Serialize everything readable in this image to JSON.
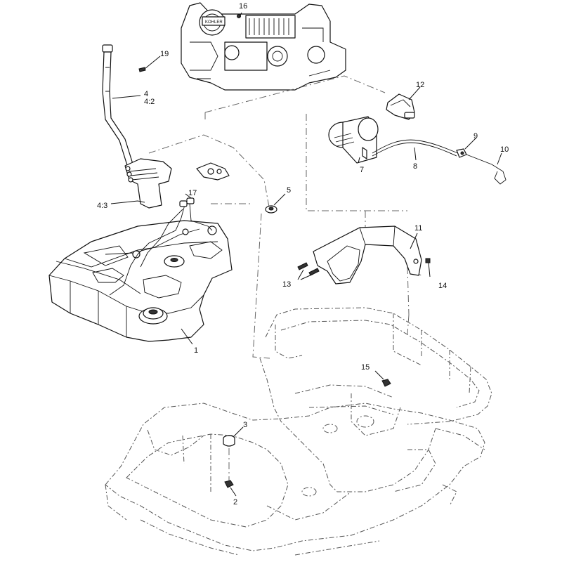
{
  "callouts": [
    {
      "id": "c1",
      "text": "1"
    },
    {
      "id": "c2",
      "text": "2"
    },
    {
      "id": "c3",
      "text": "3"
    },
    {
      "id": "c4",
      "text": "4"
    },
    {
      "id": "c4_2",
      "text": "4:2"
    },
    {
      "id": "c4_3",
      "text": "4:3"
    },
    {
      "id": "c5",
      "text": "5"
    },
    {
      "id": "c7",
      "text": "7"
    },
    {
      "id": "c8",
      "text": "8"
    },
    {
      "id": "c9",
      "text": "9"
    },
    {
      "id": "c10",
      "text": "10"
    },
    {
      "id": "c11",
      "text": "11"
    },
    {
      "id": "c12",
      "text": "12"
    },
    {
      "id": "c13",
      "text": "13"
    },
    {
      "id": "c14",
      "text": "14"
    },
    {
      "id": "c15",
      "text": "15"
    },
    {
      "id": "c16",
      "text": "16"
    },
    {
      "id": "c17",
      "text": "17"
    },
    {
      "id": "c19",
      "text": "19"
    }
  ],
  "engine": {
    "logo_text": "KOHLER"
  }
}
